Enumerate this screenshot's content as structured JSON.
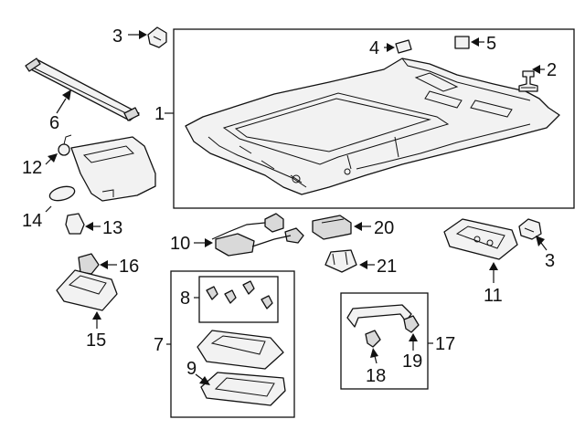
{
  "callouts": [
    "1",
    "2",
    "3",
    "4",
    "5",
    "6",
    "7",
    "8",
    "9",
    "10",
    "11",
    "12",
    "13",
    "14",
    "15",
    "16",
    "17",
    "18",
    "19",
    "20",
    "21"
  ],
  "callout_3b": "3"
}
